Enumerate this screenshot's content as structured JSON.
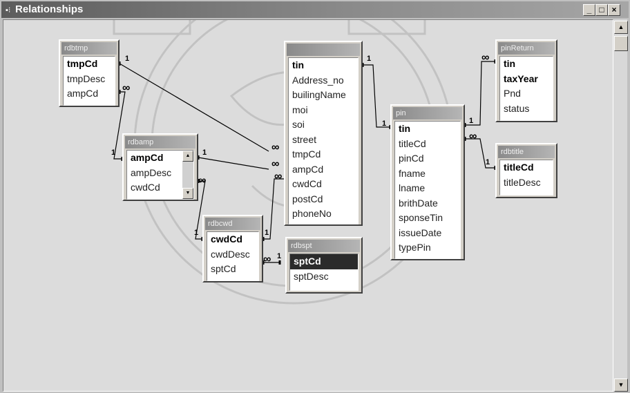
{
  "window": {
    "title": "Relationships",
    "minimize": "_",
    "maximize": "□",
    "close": "×"
  },
  "scrollbar": {
    "up": "▲",
    "down": "▼"
  },
  "tables": [
    {
      "id": "t1",
      "title": "rdbtmp",
      "fields": [
        "tmpCd",
        "tmpDesc",
        "ampCd"
      ],
      "pk": [
        0
      ]
    },
    {
      "id": "t2",
      "title": "rdbamp",
      "fields": [
        "ampCd",
        "ampDesc",
        "cwdCd"
      ],
      "pk": [
        0
      ],
      "scroll": true
    },
    {
      "id": "t3",
      "title": "rdbcwd",
      "fields": [
        "cwdCd",
        "cwdDesc",
        "sptCd"
      ],
      "pk": [
        0
      ]
    },
    {
      "id": "t4",
      "title": "rdbspt",
      "fields": [
        "sptCd",
        "sptDesc"
      ],
      "pk": [
        0
      ],
      "selected": 0
    },
    {
      "id": "t5",
      "title": "",
      "fields": [
        "tin",
        "Address_no",
        "builingName",
        "moi",
        "soi",
        "street",
        "tmpCd",
        "ampCd",
        "cwdCd",
        "postCd",
        "phoneNo"
      ],
      "pk": [
        0
      ]
    },
    {
      "id": "t6",
      "title": "pin",
      "fields": [
        "tin",
        "titleCd",
        "pinCd",
        "fname",
        "lname",
        "brithDate",
        "sponseTin",
        "issueDate",
        "typePin"
      ],
      "pk": [
        0
      ]
    },
    {
      "id": "t7",
      "title": "pinReturn",
      "fields": [
        "tin",
        "taxYear",
        "Pnd",
        "status"
      ],
      "pk": [
        0,
        1
      ]
    },
    {
      "id": "t8",
      "title": "rdbtitle",
      "fields": [
        "titleCd",
        "titleDesc"
      ],
      "pk": [
        0
      ]
    }
  ],
  "cardinality": {
    "one": "1",
    "many": "∞"
  }
}
